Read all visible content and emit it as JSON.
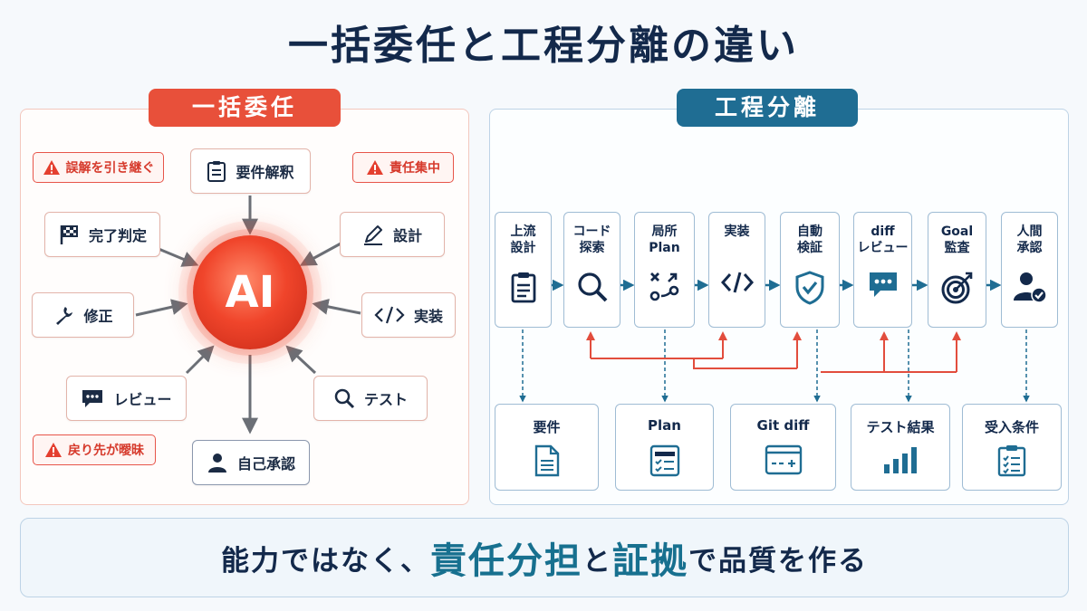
{
  "title": "一括委任と工程分離の違い",
  "left": {
    "label": "一括委任",
    "core": "AI",
    "nodes": {
      "requirements": "要件解釈",
      "completion": "完了判定",
      "design": "設計",
      "fix": "修正",
      "implement": "実装",
      "review": "レビュー",
      "test": "テスト",
      "self_approve": "自己承認"
    },
    "warnings": {
      "misinterpret": "誤解を引き継ぐ",
      "concentration": "責任集中",
      "ambiguous": "戻り先が曖昧"
    }
  },
  "right": {
    "label": "工程分離",
    "steps": [
      {
        "label": "上流\n設計",
        "icon": "clipboard-icon"
      },
      {
        "label": "コード\n探索",
        "icon": "search-icon"
      },
      {
        "label": "局所\nPlan",
        "icon": "plan-icon"
      },
      {
        "label": "実装",
        "icon": "code-icon"
      },
      {
        "label": "自動\n検証",
        "icon": "shield-check-icon"
      },
      {
        "label": "diff\nレビュー",
        "icon": "chat-icon"
      },
      {
        "label": "Goal\n監査",
        "icon": "target-icon"
      },
      {
        "label": "人間\n承認",
        "icon": "user-check-icon"
      }
    ],
    "artifacts": [
      {
        "label": "要件",
        "icon": "document-icon"
      },
      {
        "label": "Plan",
        "icon": "plan-list-icon"
      },
      {
        "label": "Git diff",
        "icon": "diff-window-icon"
      },
      {
        "label": "テスト結果",
        "icon": "bar-chart-icon"
      },
      {
        "label": "受入条件",
        "icon": "checklist-icon"
      }
    ]
  },
  "banner": {
    "part1": "能力ではなく、",
    "highlight1": "責任分担",
    "part2": "と",
    "highlight2": "証拠",
    "part3": "で品質を作る"
  },
  "colors": {
    "navy": "#13294b",
    "red": "#e8503a",
    "teal": "#1f6d93",
    "highlight": "#17708f"
  }
}
